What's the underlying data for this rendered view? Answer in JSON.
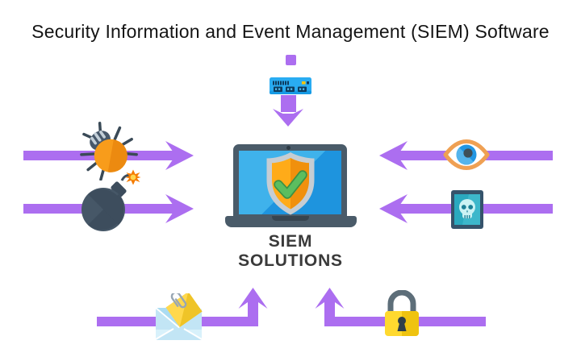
{
  "title": "Security Information and Event Management (SIEM) Software",
  "center": {
    "line1": "SIEM",
    "line2": "SOLUTIONS"
  },
  "flows": {
    "top": {
      "icon": "network-device-icon",
      "arrow": "down"
    },
    "left": [
      {
        "icon": "bug-icon",
        "arrow": "right"
      },
      {
        "icon": "bomb-icon",
        "arrow": "right"
      }
    ],
    "right": [
      {
        "icon": "eye-icon",
        "arrow": "left"
      },
      {
        "icon": "skull-tablet-icon",
        "arrow": "left"
      }
    ],
    "bottom": [
      {
        "icon": "envelope-attachment-icon",
        "arrow": "up"
      },
      {
        "icon": "padlock-icon",
        "arrow": "up"
      }
    ]
  },
  "colors": {
    "purple": "#AC6EF0",
    "title_text": "#141414",
    "label_text": "#3A3A3A",
    "laptop_frame": "#4A5B69",
    "screen_blue": "#1E94DE",
    "screen_blue_light": "#3FB2EB",
    "shield_silver": "#C6CDD3",
    "shield_orange": "#FFAB19",
    "shield_orange_dark": "#F0900D",
    "check_green": "#4CAF50",
    "server_blue": "#29ACF2",
    "slate_dark": "#47586A",
    "bug_orange": "#F89C1B",
    "spark_orange": "#F57C00",
    "eye_outline": "#EFA053",
    "iris_blue": "#2196E3",
    "tablet_frame": "#35536B",
    "tablet_teal": "#2AA9BF",
    "skull_light": "#CBF2F4",
    "envelope_blue": "#C2E5F5",
    "note_yellow": "#FFD84D",
    "lock_yellow": "#FFD92F",
    "lock_shackle": "#5D6E79"
  }
}
